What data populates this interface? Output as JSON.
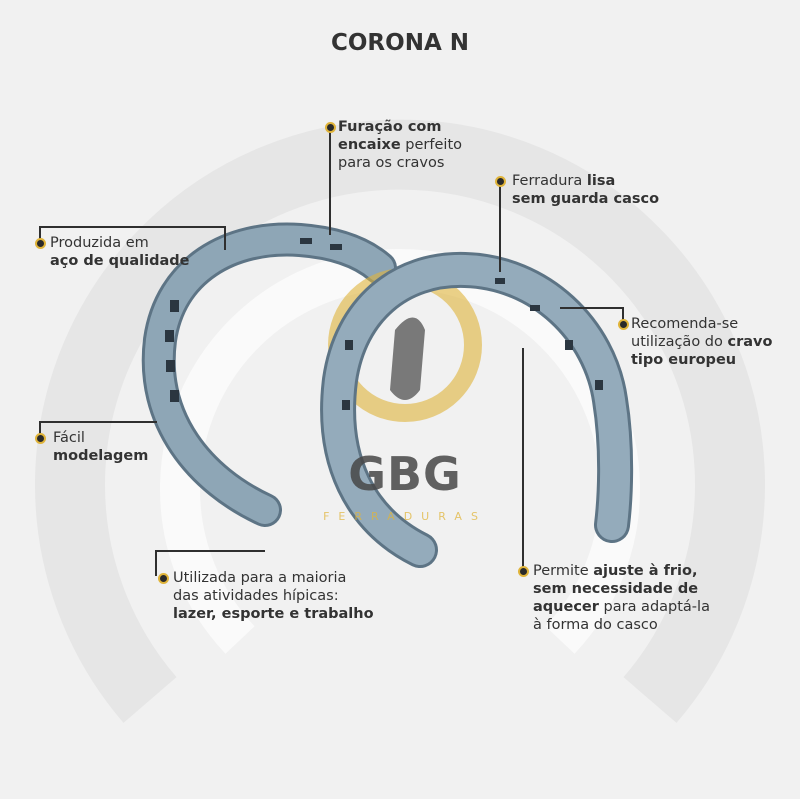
{
  "title": "CORONA N",
  "colors": {
    "accent": "#e0b43a",
    "text": "#333333",
    "steel": "#8ea6b6",
    "background": "#f1f1f1"
  },
  "logo": {
    "name": "GBG",
    "subtitle": "FERRADURAS"
  },
  "callouts": {
    "furacao": {
      "l1_bold": "Furação com",
      "l2_bold": "encaixe",
      "l2_rest": " perfeito",
      "l3": "para os cravos"
    },
    "lisa": {
      "l1_plain": "Ferradura ",
      "l1_bold": "lisa",
      "l2_bold": "sem guarda casco"
    },
    "produzida": {
      "l1": "Produzida em",
      "l2_bold": "aço de qualidade"
    },
    "facil": {
      "l1": "Fácil",
      "l2_bold": "modelagem"
    },
    "recomenda": {
      "l1": "Recomenda-se",
      "l2_plain": "utilização do ",
      "l2_bold": "cravo",
      "l3_bold": "tipo europeu"
    },
    "utilizada": {
      "l1": "Utilizada para a maioria",
      "l2": "das atividades hípicas:",
      "l3_bold": "lazer, esporte e trabalho"
    },
    "permite": {
      "l1_plain": "Permite ",
      "l1_bold": "ajuste à frio,",
      "l2_bold": "sem necessidade de",
      "l3_bold": "aquecer",
      "l3_rest": " para adaptá-la",
      "l4": "à forma do casco"
    }
  }
}
